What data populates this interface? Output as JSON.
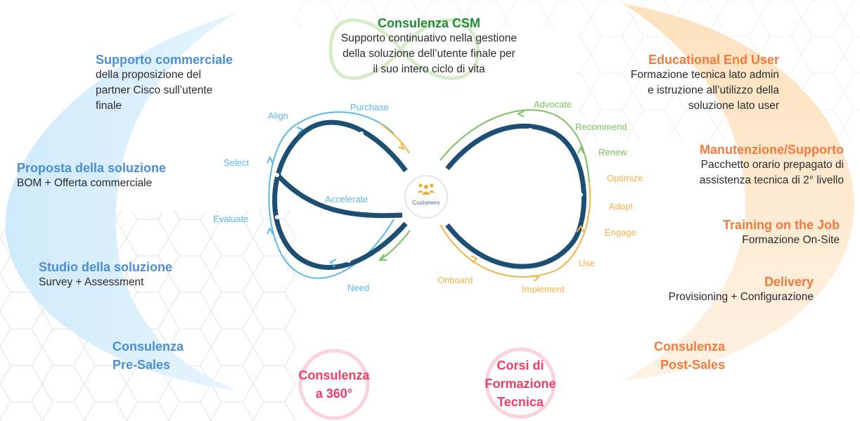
{
  "colors": {
    "presales": "#4a8fd6",
    "postsales": "#f47a3c",
    "csm": "#1f8a2e",
    "training": "#ef3d63",
    "loop_dark": "#1d4e73",
    "stage_blue": "#5cb8e6",
    "stage_orange": "#f5b14a",
    "stage_green": "#7cc160"
  },
  "csm": {
    "title": "Consulenza CSM",
    "lines": [
      "Supporto continuativo nella gestione",
      "della soluzione dell’utente finale per",
      "il suo intero ciclo di vita"
    ]
  },
  "presales": {
    "items": [
      {
        "title": "Supporto commerciale",
        "lines": [
          "della proposizione del",
          "partner Cisco sull’utente",
          "finale"
        ]
      },
      {
        "title": "Proposta della soluzione",
        "lines": [
          "BOM + Offerta commerciale"
        ]
      },
      {
        "title": "Studio della soluzione",
        "lines": [
          "Survey + Assessment"
        ]
      }
    ],
    "label_lines": [
      "Consulenza",
      "Pre-Sales"
    ]
  },
  "postsales": {
    "items": [
      {
        "title": "Educational End User",
        "lines": [
          "Formazione tecnica lato admin",
          "e istruzione all’utilizzo della",
          "soluzione lato user"
        ]
      },
      {
        "title": "Manutenzione/Supporto",
        "lines": [
          "Pacchetto orario prepagato di",
          "assistenza tecnica di 2° livello"
        ]
      },
      {
        "title": "Training on the Job",
        "lines": [
          "Formazione On-Site"
        ]
      },
      {
        "title": "Delivery",
        "lines": [
          "Provisioning + Configurazione"
        ]
      }
    ],
    "label_lines": [
      "Consulenza",
      "Post-Sales"
    ]
  },
  "bottom": {
    "consulenza360": [
      "Consulenza",
      "a 360°"
    ],
    "corsi": [
      "Corsi di",
      "Formazione",
      "Tecnica"
    ]
  },
  "loop": {
    "center_label": "Customers",
    "center_icon": "people-icon",
    "left_stages": [
      "Align",
      "Purchase",
      "Select",
      "Accelerate",
      "Evaluate",
      "Need"
    ],
    "right_stages": [
      "Advocate",
      "Recommend",
      "Renew",
      "Optimize",
      "Adopt",
      "Engage",
      "Use",
      "Onboard",
      "Implement"
    ]
  }
}
